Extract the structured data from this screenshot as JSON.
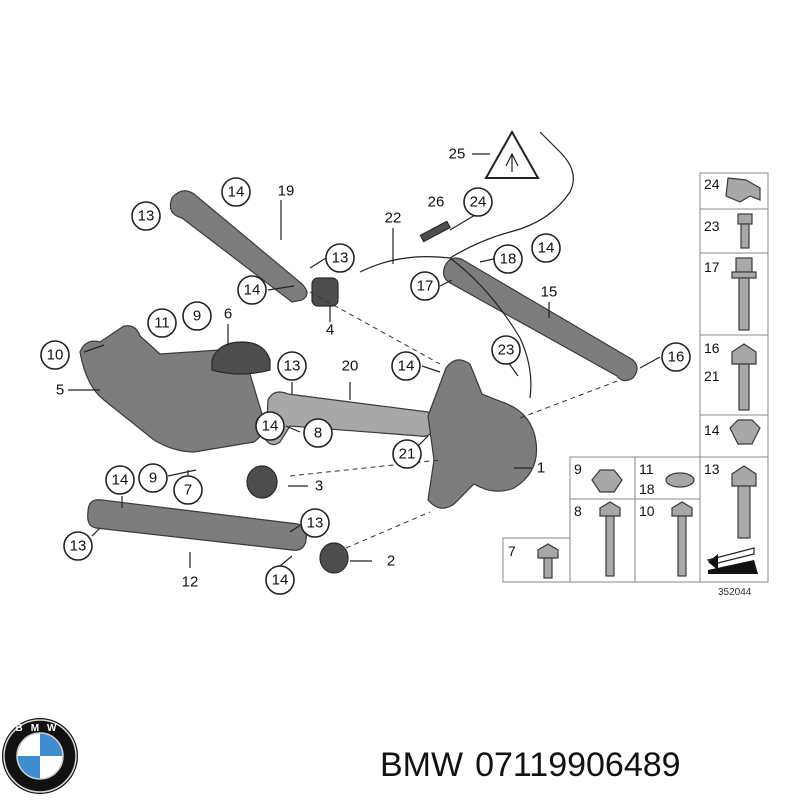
{
  "diagram": {
    "callouts": [
      "1",
      "2",
      "3",
      "4",
      "5",
      "6",
      "7",
      "8",
      "9",
      "10",
      "11",
      "12",
      "13",
      "14",
      "15",
      "16",
      "17",
      "18",
      "19",
      "20",
      "21",
      "22",
      "23",
      "24",
      "25",
      "26"
    ],
    "panel": {
      "items": [
        "24",
        "23",
        "17",
        "16",
        "21",
        "14",
        "13",
        "9",
        "11",
        "18",
        "8",
        "10",
        "7"
      ]
    },
    "id": "352044"
  },
  "logo": {
    "brand_text": "BMW",
    "icon": "bmw-roundel-icon"
  },
  "caption": {
    "brand": "BMW",
    "part_number": "07119906489"
  }
}
